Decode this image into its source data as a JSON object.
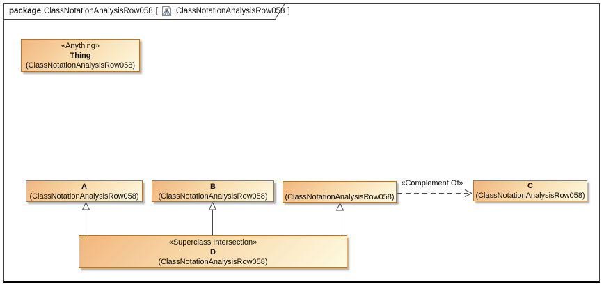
{
  "frame": {
    "kind_label": "package",
    "package_name": "ClassNotationAnalysisRow058",
    "open_bracket": "[",
    "diagram_name": "ClassNotationAnalysisRow058",
    "close_bracket": "]",
    "diagram_icon": "class-diagram-icon"
  },
  "classes": {
    "thing": {
      "stereotype": "«Anything»",
      "name": "Thing",
      "qualifier": "(ClassNotationAnalysisRow058)"
    },
    "a": {
      "name": "A",
      "qualifier": "(ClassNotationAnalysisRow058)"
    },
    "b": {
      "name": "B",
      "qualifier": "(ClassNotationAnalysisRow058)"
    },
    "unnamed": {
      "name": "",
      "qualifier": "(ClassNotationAnalysisRow058)"
    },
    "c": {
      "name": "C",
      "qualifier": "(ClassNotationAnalysisRow058)"
    },
    "d": {
      "stereotype": "«Superclass Intersection»",
      "name": "D",
      "qualifier": "(ClassNotationAnalysisRow058)"
    }
  },
  "relationships": {
    "complement_of_label": "«Complement Of»",
    "generalizations": [
      {
        "from": "D",
        "to": "A"
      },
      {
        "from": "D",
        "to": "B"
      },
      {
        "from": "D",
        "to": "unnamed"
      }
    ],
    "dependency": {
      "from": "unnamed",
      "to": "C",
      "stereotype": "«Complement Of»"
    }
  },
  "colors": {
    "box_border": "#b4762f",
    "box_fill_start": "#f1b67e",
    "box_fill_end": "#fef9e0",
    "edge_line": "#4a4a4a",
    "frame_border": "#3f3f3f",
    "shadow": "#828282"
  }
}
